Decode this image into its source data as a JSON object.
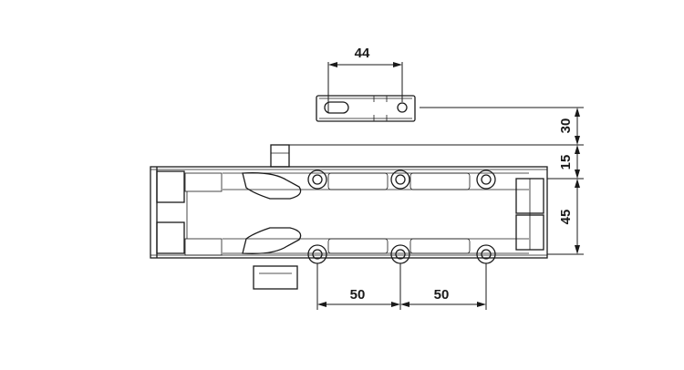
{
  "dimensions": {
    "bracket_slot_spacing": "44",
    "bracket_offset": "30",
    "shaft_offset": "15",
    "hole_row_spacing": "45",
    "hole_spacing_left": "50",
    "hole_spacing_right": "50"
  }
}
